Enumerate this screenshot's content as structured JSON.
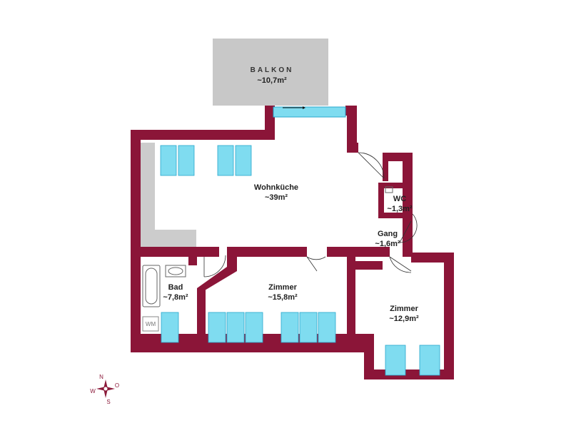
{
  "colors": {
    "wall": "#8b1538",
    "window": "#7fdcf0",
    "window_stroke": "#2aa7cc",
    "balcony": "#c8c8c8",
    "kitchen_counter": "#cccccc",
    "floor": "#ffffff"
  },
  "rooms": {
    "balkon": {
      "name": "BALKON",
      "area": "~10,7m²"
    },
    "wohnkueche": {
      "name": "Wohnküche",
      "area": "~39m²"
    },
    "wc": {
      "name": "WC",
      "area": "~1,3m²"
    },
    "gang": {
      "name": "Gang",
      "area": "~1,6m²"
    },
    "bad": {
      "name": "Bad",
      "area": "~7,8m²"
    },
    "zimmer1": {
      "name": "Zimmer",
      "area": "~15,8m²"
    },
    "zimmer2": {
      "name": "Zimmer",
      "area": "~12,9m²"
    }
  },
  "fixtures": {
    "washing_machine": "WM"
  },
  "compass": {
    "icon": "compass-rose-icon",
    "n": "N",
    "o": "O",
    "s": "S",
    "w": "W"
  }
}
